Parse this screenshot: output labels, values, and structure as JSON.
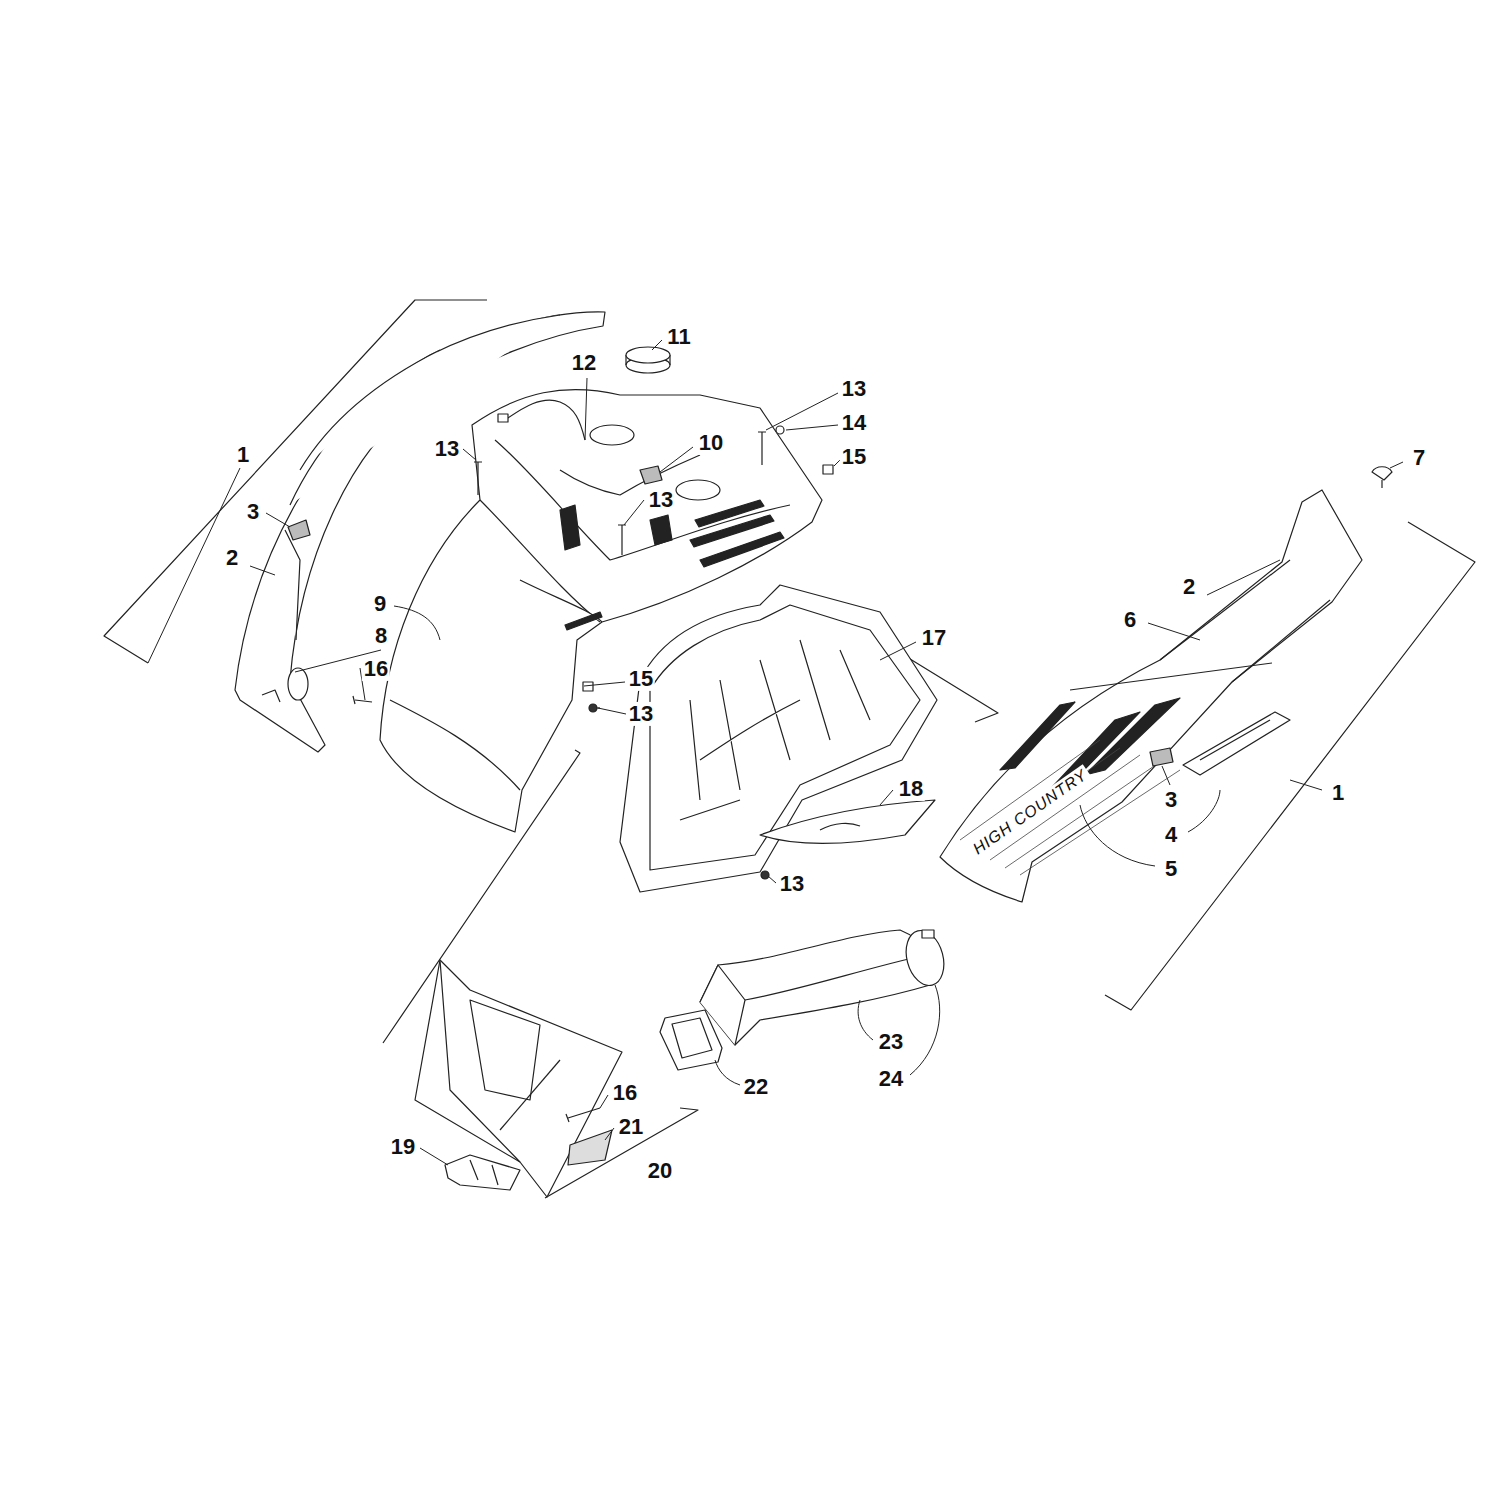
{
  "diagram": {
    "labels": [
      "1",
      "3",
      "2",
      "9",
      "8",
      "16",
      "11",
      "12",
      "13",
      "10",
      "13",
      "13",
      "14",
      "15",
      "7",
      "2",
      "6",
      "17",
      "15",
      "13",
      "18",
      "3",
      "4",
      "5",
      "1",
      "HIGH COUNTRY",
      "13",
      "23",
      "24",
      "22",
      "16",
      "21",
      "19",
      "20"
    ]
  }
}
